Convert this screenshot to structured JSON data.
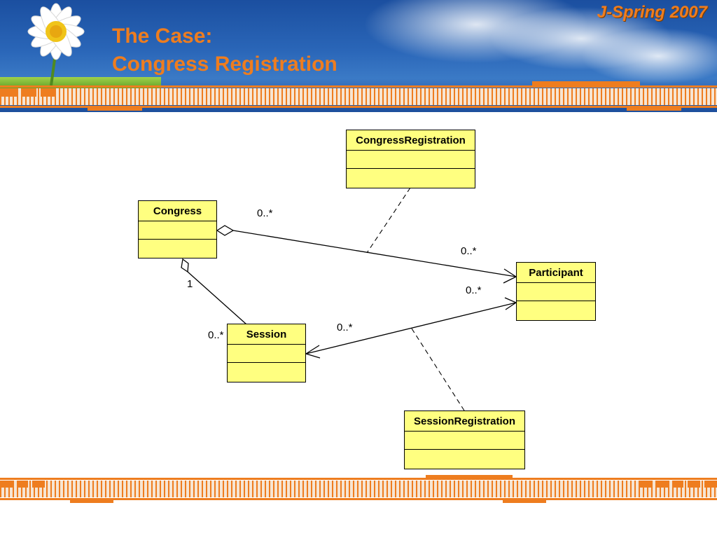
{
  "slide": {
    "title_line1": "The Case:",
    "title_line2": "Congress Registration",
    "brand": "J-Spring 2007"
  },
  "colors": {
    "accent": "#ee7d1f",
    "class_fill": "#ffff80",
    "header_blue": "#1b4fa0"
  },
  "diagram": {
    "classes": {
      "congress_registration": "CongressRegistration",
      "congress": "Congress",
      "participant": "Participant",
      "session": "Session",
      "session_registration": "SessionRegistration"
    },
    "multiplicities": {
      "congress_to_participant_source": "0..*",
      "congress_to_participant_target": "0..*",
      "participant_session_at_participant": "0..*",
      "participant_session_at_session": "0..*",
      "congress_session_at_congress": "1",
      "congress_session_at_session": "0..*"
    }
  }
}
